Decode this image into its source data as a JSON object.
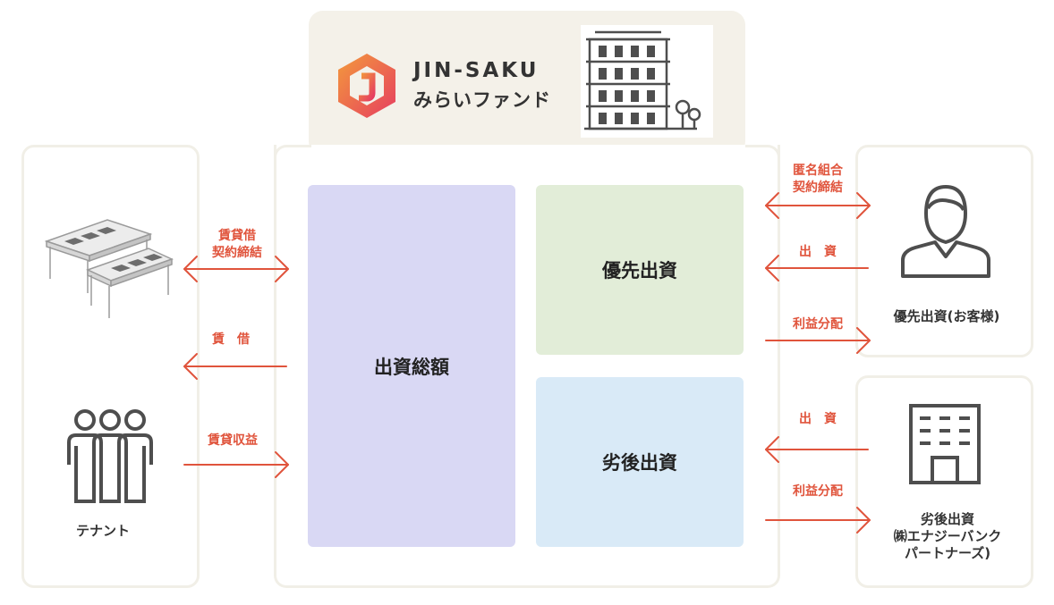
{
  "brand": {
    "name": "JIN-SAKU",
    "subtitle": "みらいファンド"
  },
  "fund": {
    "total_label": "出資総額",
    "senior_label": "優先出資",
    "junior_label": "劣後出資"
  },
  "tenant": {
    "label": "テナント",
    "flows": {
      "lease_contract": [
        "賃貸借",
        "契約締結"
      ],
      "lease": "賃　借",
      "rental_income": "賃貸収益"
    }
  },
  "senior_investor": {
    "label": "優先出資(お客様)",
    "flows": {
      "anonymous_partnership": [
        "匿名組合",
        "契約締結"
      ],
      "investment": "出　資",
      "profit_distribution": "利益分配"
    }
  },
  "junior_investor": {
    "label": [
      "劣後出資",
      "㈱エナジーバンク",
      "パートナーズ)"
    ],
    "flows": {
      "investment": "出　資",
      "profit_distribution": "利益分配"
    }
  },
  "colors": {
    "arrow": "#e0543c",
    "total_box": "#d9d8f4",
    "senior_box": "#e2edd8",
    "junior_box": "#d9eaf7",
    "header_bg": "#f4f1e9",
    "panel_border": "#f1efe7",
    "icon": "#4e4e4e",
    "logo_gradient": [
      "#f39a3c",
      "#e63e60"
    ]
  }
}
